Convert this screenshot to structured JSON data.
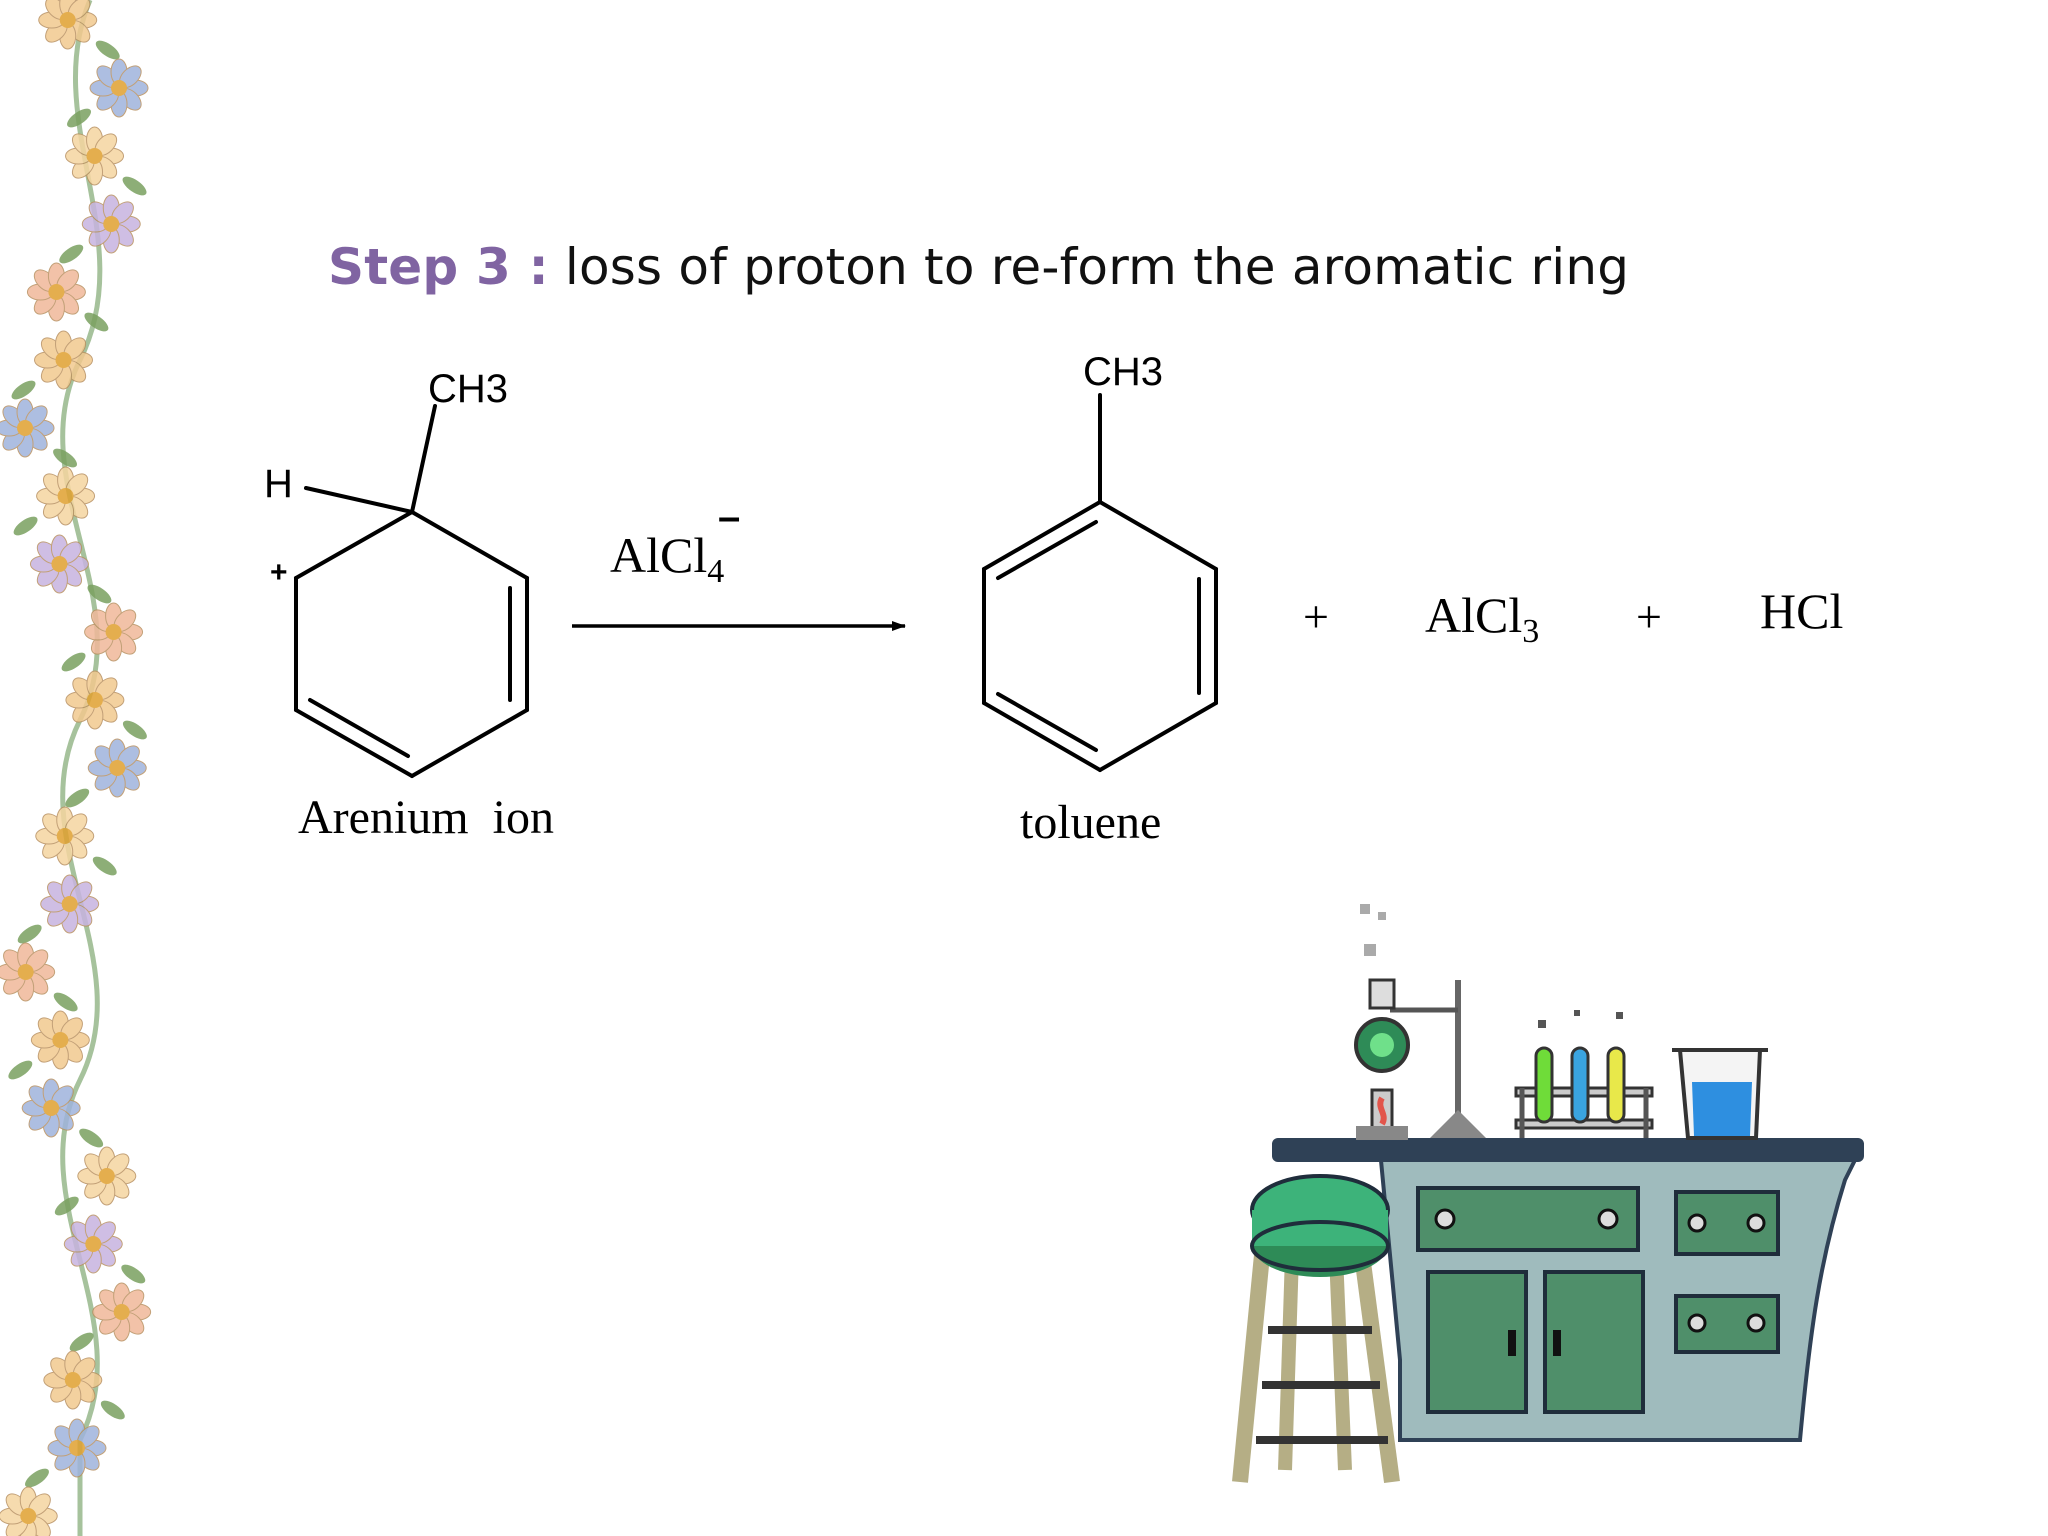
{
  "heading": {
    "step_label": "Step 3 :",
    "text": " loss of proton to re-form the aromatic ring"
  },
  "reactant": {
    "substituent": "CH3",
    "hydrogen": "H",
    "charge": "+",
    "caption": "Arenium  ion"
  },
  "reagent": {
    "formula": "AlCl",
    "subscript": "4",
    "charge": "–"
  },
  "product": {
    "substituent": "CH3",
    "caption": "toluene"
  },
  "byproducts": {
    "plus1": "+",
    "alcl3": "AlCl",
    "alcl3_subscript": "3",
    "plus2": "+",
    "hcl": "HCl"
  },
  "colors": {
    "heading_accent": "#8064a2",
    "text": "#111111",
    "bench_top": "#2f4156",
    "bench_body": "#9fbbbd",
    "cabinet": "#4f8f6a",
    "stool": "#3db37a"
  },
  "decorations": {
    "left_border": "floral-vine",
    "clipart": "lab-bench"
  }
}
